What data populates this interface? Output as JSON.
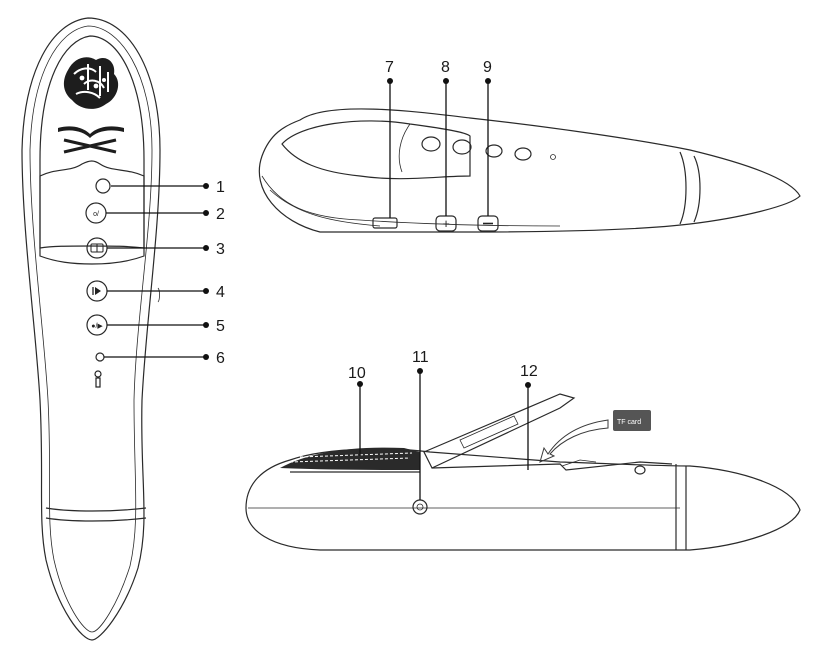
{
  "callouts": {
    "c1": "1",
    "c2": "2",
    "c3": "3",
    "c4": "4",
    "c5": "5",
    "c6": "6",
    "c7": "7",
    "c8": "8",
    "c9": "9",
    "c10": "10",
    "c11": "11",
    "c12": "12"
  },
  "tf_card_label": "TF card",
  "icons": {
    "on_off": "power-toggle-icon",
    "book": "book-icon",
    "play": "play-icon",
    "record_play": "record-play-icon",
    "mic": "microphone-icon",
    "plus": "volume-plus-icon",
    "minus": "volume-minus-icon",
    "usb": "usb-port-icon"
  },
  "colors": {
    "line": "#2a2a2a",
    "callout": "#111111",
    "tf_card": "#555555"
  }
}
